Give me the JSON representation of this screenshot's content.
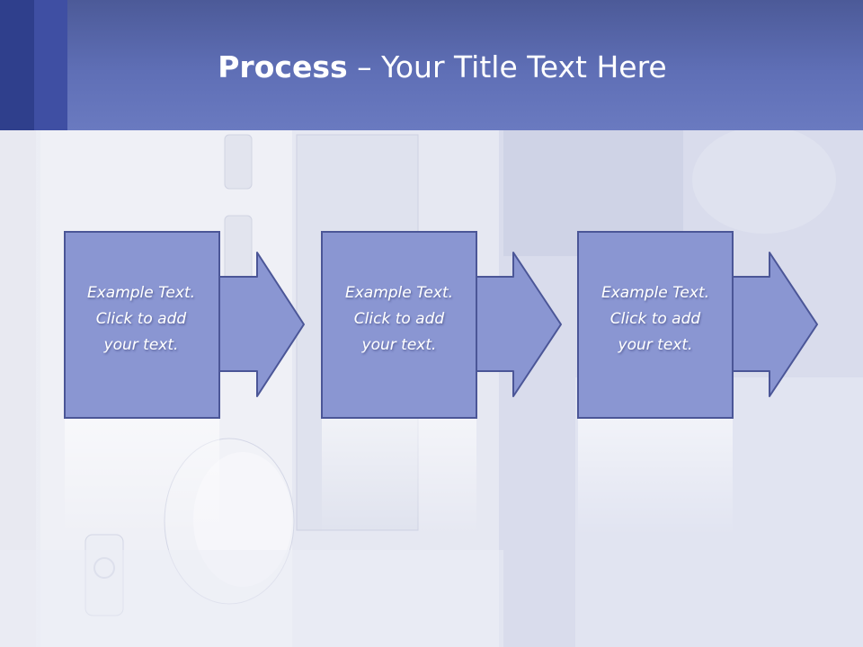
{
  "slide": {
    "title_bold": "Process",
    "title_dash": " – ",
    "title_rest": "Your Title Text Here"
  },
  "steps": [
    {
      "line1": "Example Text.",
      "line2": "Click  to add",
      "line3": "your text."
    },
    {
      "line1": "Example Text.",
      "line2": "Click  to add",
      "line3": "your text."
    },
    {
      "line1": "Example Text.",
      "line2": "Click  to add",
      "line3": "your text."
    }
  ],
  "colors": {
    "header": "#5f6fb6",
    "box_fill": "#8a96d2",
    "box_stroke": "#4b5697",
    "text": "#ffffff"
  }
}
